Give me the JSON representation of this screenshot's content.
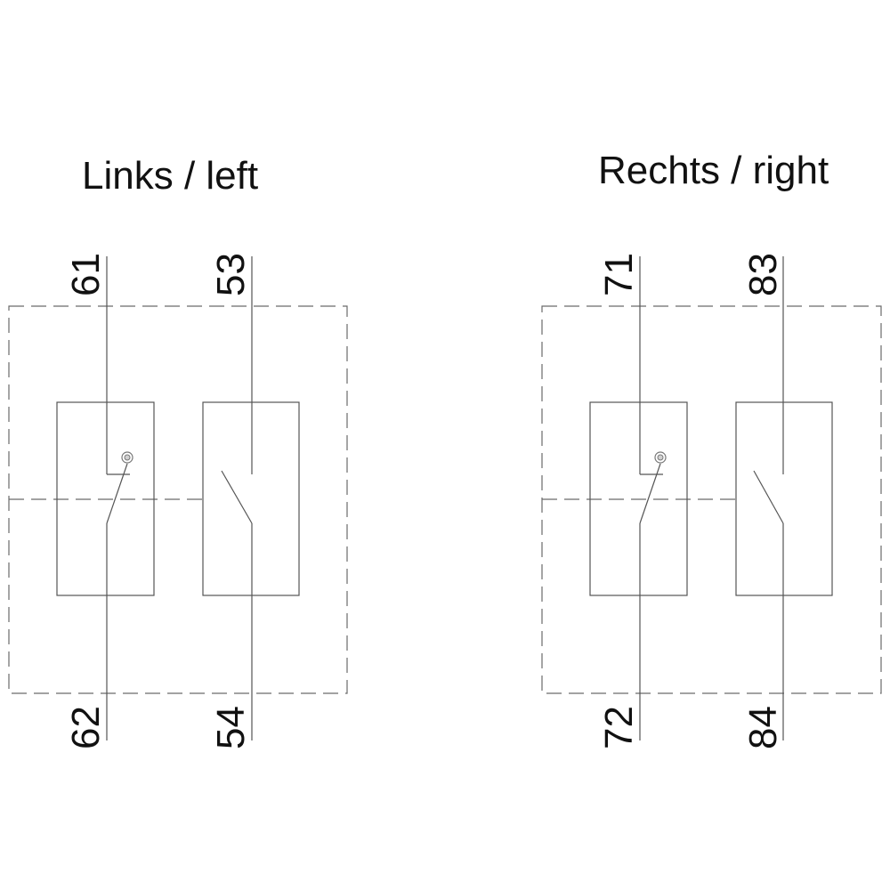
{
  "left_block": {
    "title": "Links / left",
    "nc_contact": {
      "top_terminal": "61",
      "bottom_terminal": "62"
    },
    "no_contact": {
      "top_terminal": "53",
      "bottom_terminal": "54"
    }
  },
  "right_block": {
    "title": "Rechts / right",
    "nc_contact": {
      "top_terminal": "71",
      "bottom_terminal": "72"
    },
    "no_contact": {
      "top_terminal": "83",
      "bottom_terminal": "84"
    }
  }
}
